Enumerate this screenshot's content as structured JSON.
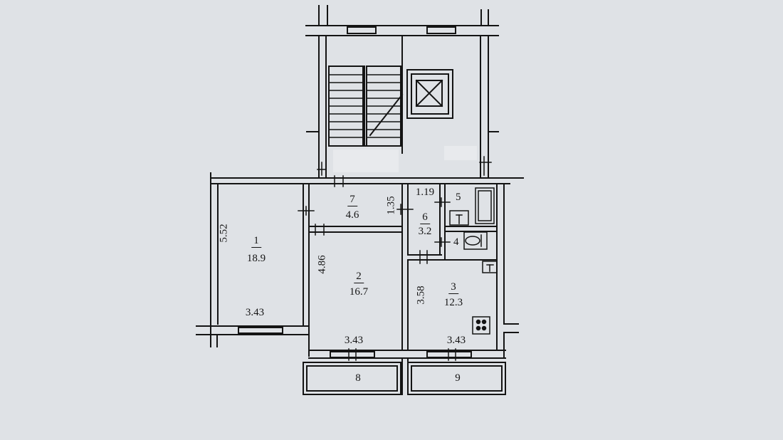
{
  "rooms": [
    {
      "number": "1",
      "area": "18.9"
    },
    {
      "number": "2",
      "area": "16.7"
    },
    {
      "number": "3",
      "area": "12.3"
    },
    {
      "number": "4"
    },
    {
      "number": "5"
    },
    {
      "number": "6",
      "area": "3.2"
    },
    {
      "number": "7",
      "area": "4.6"
    },
    {
      "number": "8"
    },
    {
      "number": "9"
    }
  ],
  "dimensions": {
    "room1_height": "5.52",
    "room1_width": "3.43",
    "room2_height": "4.86",
    "room2_width": "3.43",
    "room3_height": "3.58",
    "room3_width": "3.43",
    "corridor_height": "1.35",
    "bath_width": "1.19"
  },
  "colors": {
    "background": "#dfe2e6",
    "line": "#141414"
  }
}
